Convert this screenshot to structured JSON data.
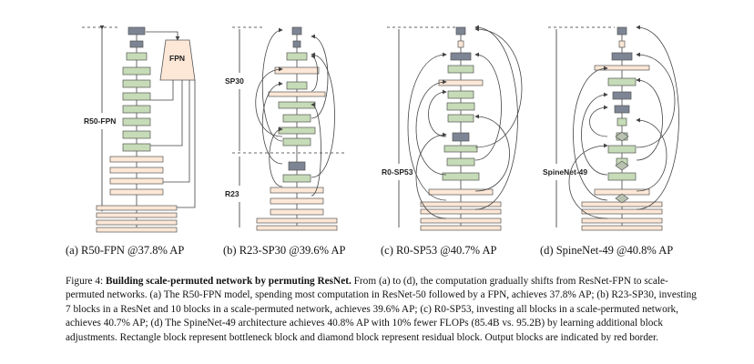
{
  "panels": [
    {
      "id": "a",
      "label": "(a) R50-FPN @37.8% AP",
      "side_labels": [
        "R50-FPN"
      ],
      "box_label": "FPN"
    },
    {
      "id": "b",
      "label": "(b) R23-SP30 @39.6% AP",
      "side_labels": [
        "SP30",
        "R23"
      ]
    },
    {
      "id": "c",
      "label": "(c) R0-SP53 @40.7% AP",
      "side_labels": [
        "R0-SP53"
      ]
    },
    {
      "id": "d",
      "label": "(d) SpineNet-49 @40.8% AP",
      "side_labels": [
        "SpineNet-49"
      ]
    }
  ],
  "caption": {
    "prefix": "Figure 4: ",
    "title": "Building scale-permuted network by permuting ResNet.",
    "body": " From (a) to (d), the computation gradually shifts from ResNet-FPN to scale-permuted networks. (a) The R50-FPN model, spending most computation in ResNet-50 followed by a FPN, achieves 37.8% AP; (b) R23-SP30, investing 7 blocks in a ResNet and 10 blocks in a scale-permuted network, achieves 39.6% AP; (c) R0-SP53, investing all blocks in a scale-permuted network, achieves 40.7% AP; (d) The SpineNet-49 architecture achieves 40.8% AP with 10% fewer FLOPs (85.4B vs. 95.2B) by learning additional block adjustments. Rectangle block represent bottleneck block and diamond block represent residual block. Output blocks are indicated by red border."
  },
  "colors": {
    "pale": "#fde7d6",
    "gray": "#7d8594",
    "green": "#c6dbb7",
    "line": "#444444"
  }
}
